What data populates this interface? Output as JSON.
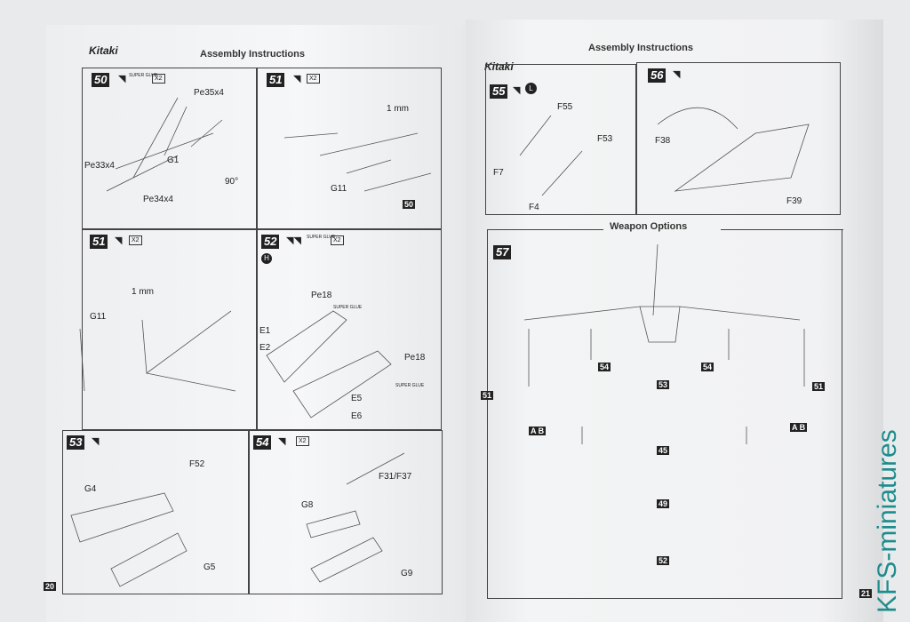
{
  "left_page": {
    "logo": "Kitaki",
    "title": "Assembly Instructions",
    "page_number": "20",
    "steps": [
      {
        "step": "50",
        "glue": "SUPER GLUE",
        "qty": "X2",
        "labels": [
          "Pe35x4",
          "Pe33x4",
          "G1",
          "Pe34x4",
          "90°"
        ]
      },
      {
        "step": "51",
        "qty": "X2",
        "labels": [
          "1 mm",
          "G11",
          "50"
        ]
      },
      {
        "step": "51",
        "qty": "X2",
        "labels": [
          "1 mm",
          "G11"
        ]
      },
      {
        "step": "52",
        "glue": "SUPER GLUE",
        "qty": "X2",
        "paint": "H",
        "labels": [
          "Pe18",
          "E1",
          "E2",
          "Pe18",
          "E5",
          "E6"
        ],
        "glue_notes": [
          "SUPER GLUE",
          "SUPER GLUE"
        ]
      },
      {
        "step": "53",
        "labels": [
          "F52",
          "G4",
          "G5"
        ]
      },
      {
        "step": "54",
        "qty": "X2",
        "labels": [
          "F31/F37",
          "G8",
          "G9"
        ]
      }
    ]
  },
  "right_page": {
    "logo": "Kitaki",
    "title": "Assembly Instructions",
    "page_number": "21",
    "steps": [
      {
        "step": "55",
        "paint": "L",
        "labels": [
          "F55",
          "F53",
          "F7",
          "F4"
        ]
      },
      {
        "step": "56",
        "labels": [
          "F38",
          "F39"
        ]
      }
    ],
    "weapon_options": {
      "title": "Weapon Options",
      "step": "57",
      "refs": [
        "54",
        "53",
        "54",
        "51",
        "51",
        "45",
        "49",
        "52"
      ],
      "options": [
        "A B",
        "A B"
      ]
    }
  },
  "watermark": "KFS-miniatures"
}
